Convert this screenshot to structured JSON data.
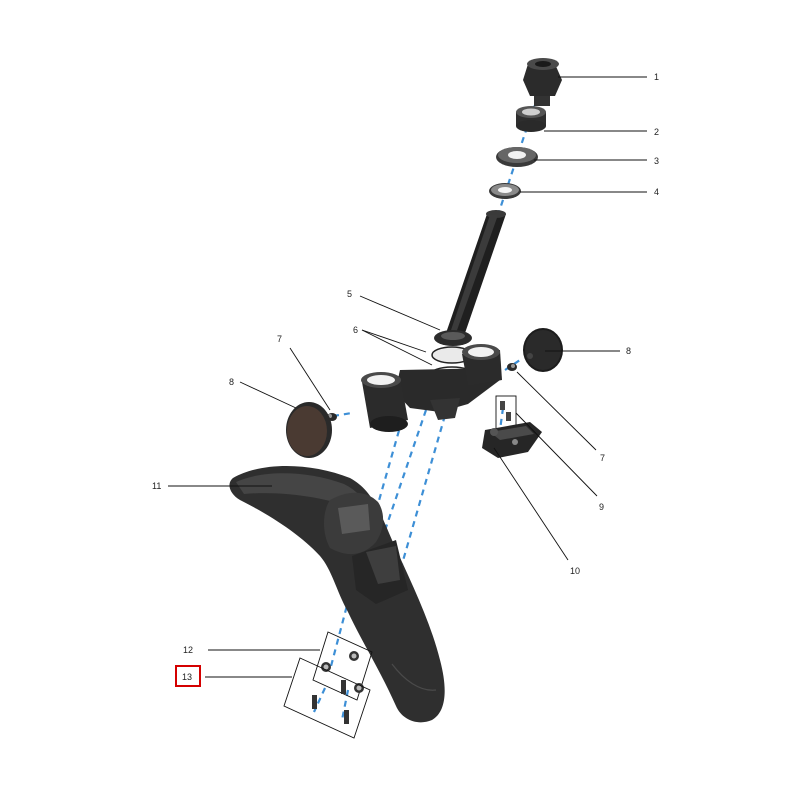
{
  "callouts": [
    {
      "id": "1",
      "label": "1"
    },
    {
      "id": "2",
      "label": "2"
    },
    {
      "id": "3",
      "label": "3"
    },
    {
      "id": "4",
      "label": "4"
    },
    {
      "id": "5",
      "label": "5"
    },
    {
      "id": "6",
      "label": "6"
    },
    {
      "id": "7a",
      "label": "7"
    },
    {
      "id": "7b",
      "label": "7"
    },
    {
      "id": "8a",
      "label": "8"
    },
    {
      "id": "8b",
      "label": "8"
    },
    {
      "id": "9",
      "label": "9"
    },
    {
      "id": "10",
      "label": "10"
    },
    {
      "id": "11",
      "label": "11"
    },
    {
      "id": "12",
      "label": "12"
    },
    {
      "id": "13",
      "label": "13"
    }
  ],
  "highlight": {
    "callout": "13",
    "color": "#d40000"
  },
  "colors": {
    "axis": "#3d8fd6",
    "part_dark": "#2a2a2a",
    "part_mid": "#3c3c3c"
  }
}
